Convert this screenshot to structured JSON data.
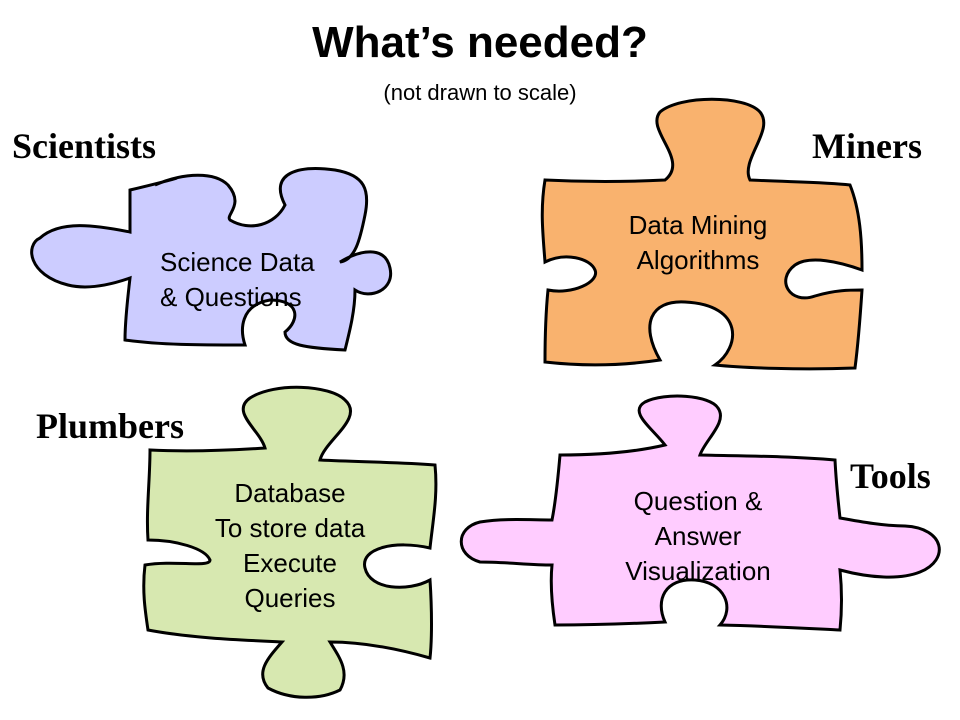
{
  "header": {
    "title": "What’s needed?",
    "subtitle": "(not drawn to scale)"
  },
  "roles": {
    "scientists": "Scientists",
    "miners": "Miners",
    "plumbers": "Plumbers",
    "tools": "Tools"
  },
  "pieces": {
    "science": {
      "lines": [
        "Science Data",
        "& Questions"
      ],
      "color": "#ccccff"
    },
    "mining": {
      "lines": [
        "Data Mining",
        "Algorithms"
      ],
      "color": "#f9b26e"
    },
    "database": {
      "lines": [
        "Database",
        "To store data",
        "Execute",
        "Queries"
      ],
      "color": "#d7e8b0"
    },
    "qa": {
      "lines": [
        "Question &",
        "Answer",
        "Visualization"
      ],
      "color": "#ffccff"
    }
  },
  "outline_color": "#000000"
}
